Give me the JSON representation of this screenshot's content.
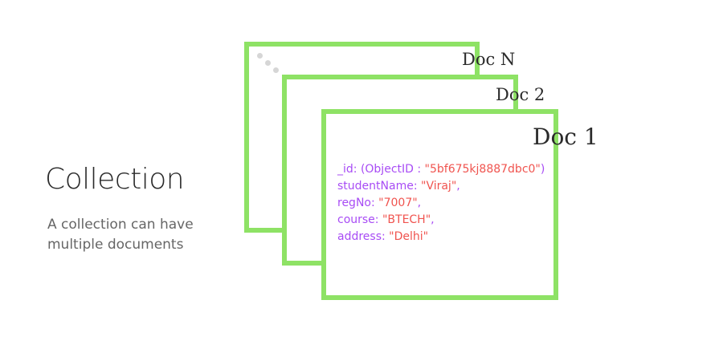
{
  "heading": "Collection",
  "description_lines": [
    "A collection can have",
    "multiple documents"
  ],
  "docs": [
    {
      "label": "Doc N"
    },
    {
      "label": "Doc 2"
    },
    {
      "label": "Doc 1"
    }
  ],
  "fields": [
    {
      "key": "_id: (ObjectID : ",
      "value": "\"5bf675kj8887dbc0\"",
      "suffix": ")"
    },
    {
      "key": "studentName: ",
      "value": "\"Viraj\"",
      "suffix": ","
    },
    {
      "key": "regNo: ",
      "value": "\"7007\"",
      "suffix": ","
    },
    {
      "key": "course: ",
      "value": "\"BTECH\"",
      "suffix": ","
    },
    {
      "key": "address: ",
      "value": "\"Delhi\"",
      "suffix": ""
    }
  ],
  "colors": {
    "frame": "#8ee265",
    "key": "#a84cf5",
    "value": "#f0544f"
  }
}
